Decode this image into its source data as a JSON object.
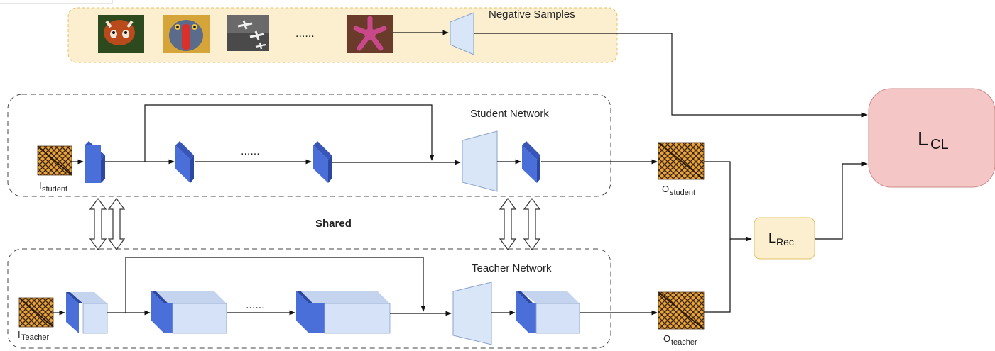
{
  "labels": {
    "negative_samples": "Negative Samples",
    "student_network": "Student Network",
    "teacher_network": "Teacher Network",
    "shared": "Shared",
    "ellipsis": "......",
    "l_cl_base": "L",
    "l_cl_sub": "CL",
    "l_rec_base": "L",
    "l_rec_sub": "Rec",
    "i_student_base": "I",
    "i_student_sub": "student",
    "i_teacher_base": "I",
    "i_teacher_sub": "Teacher",
    "o_student_base": "O",
    "o_student_sub": "student",
    "o_teacher_base": "O",
    "o_teacher_sub": "teacher"
  },
  "colors": {
    "negative_box_fill": "#fcefcf",
    "negative_box_border": "#e2c06a",
    "lcl_fill": "#f5c6c6",
    "lcl_border": "#cf8a8a",
    "lrec_fill": "#fcefcf",
    "lrec_border": "#e2c06a",
    "block_dark": "#4a6fd8",
    "block_light": "#d5e2f7",
    "trapezoid_fill": "#d8e6f8",
    "trapezoid_border": "#8aa3c8"
  },
  "icons": {
    "negative_samples": [
      "red-panda-image-icon",
      "mandrill-image-icon",
      "airplanes-image-icon",
      "starfish-image-icon"
    ],
    "io_image": "butterfly-image-icon"
  }
}
